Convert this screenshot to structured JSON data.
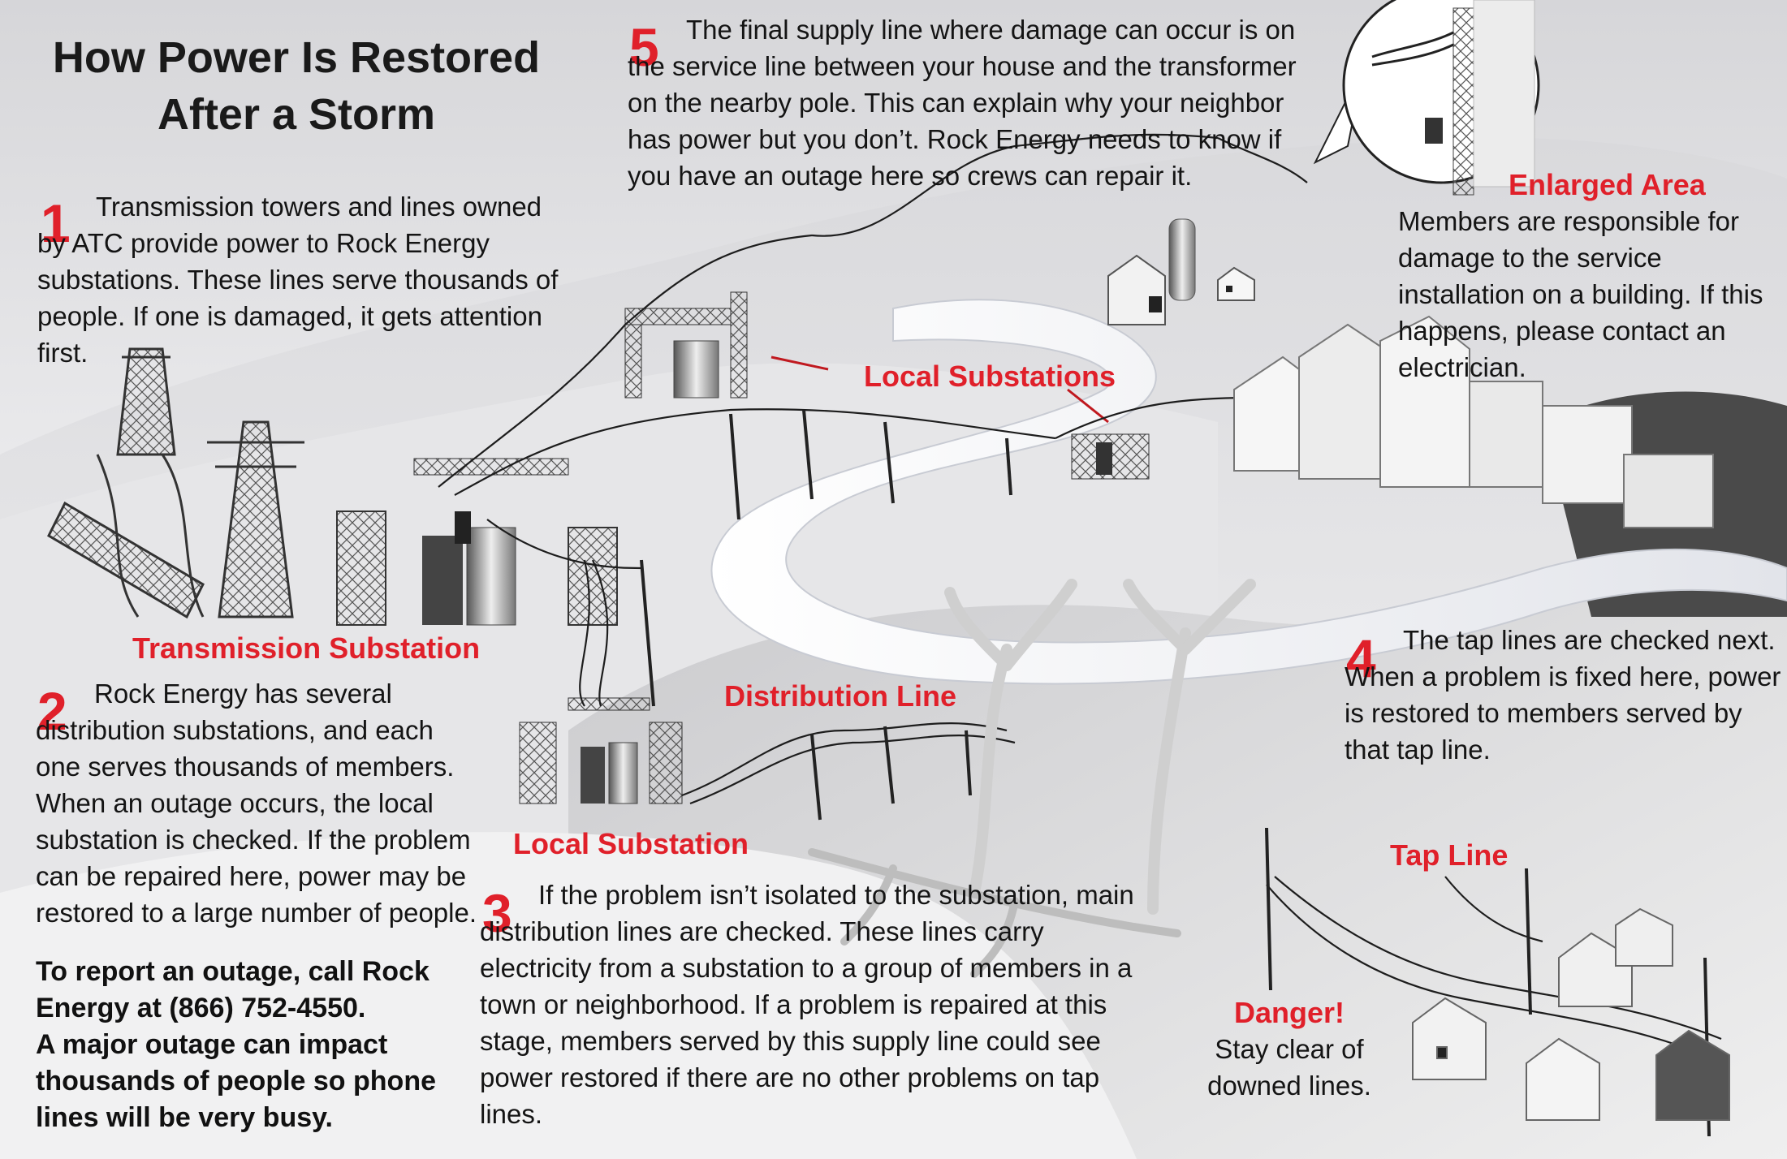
{
  "title": {
    "line1": "How Power Is Restored",
    "line2": "After a Storm"
  },
  "steps": [
    {
      "number": "1",
      "text": "Transmission towers and lines owned by ATC provide power to Rock Energy substations. These lines serve thousands of people. If one is damaged, it gets attention first."
    },
    {
      "number": "2",
      "text": "Rock Energy has several distribution substations, and each one serves thousands of members. When an outage occurs, the local substation is checked. If the problem can be repaired here, power may be restored to a large number of people."
    },
    {
      "number": "3",
      "text": "If the problem isn’t isolated to the substation, main distribution lines are checked. These lines carry electricity from a substation to a group of members in a town or neighborhood. If a problem is repaired at this stage, members served by this supply line could see power restored if there are no other problems on tap lines."
    },
    {
      "number": "4",
      "text": "The tap lines are checked next.  When a problem is fixed here, power is restored to members served by that tap line."
    },
    {
      "number": "5",
      "text": "The final supply line where damage can occur is on the service line between your house and the transformer on the nearby pole. This can explain why your neighbor has power but you don’t. Rock Energy needs to know if you have an outage here so crews can repair it."
    }
  ],
  "labels": {
    "transmission_substation": "Transmission Substation",
    "local_substations": "Local Substations",
    "local_substation": "Local Substation",
    "distribution_line": "Distribution Line",
    "tap_line": "Tap Line",
    "enlarged_area": "Enlarged Area",
    "enlarged_area_text": "Members are responsible for damage to the service installation on a building. If this happens, please contact an electrician.",
    "danger": "Danger!",
    "danger_text": "Stay clear of downed lines."
  },
  "report": {
    "line1": "To report an outage, call Rock Energy at (866) 752-4550.",
    "line2": "A major outage can impact thousands of people so phone lines will be very busy."
  },
  "colors": {
    "accent_red": "#e0202a",
    "text": "#141414"
  }
}
